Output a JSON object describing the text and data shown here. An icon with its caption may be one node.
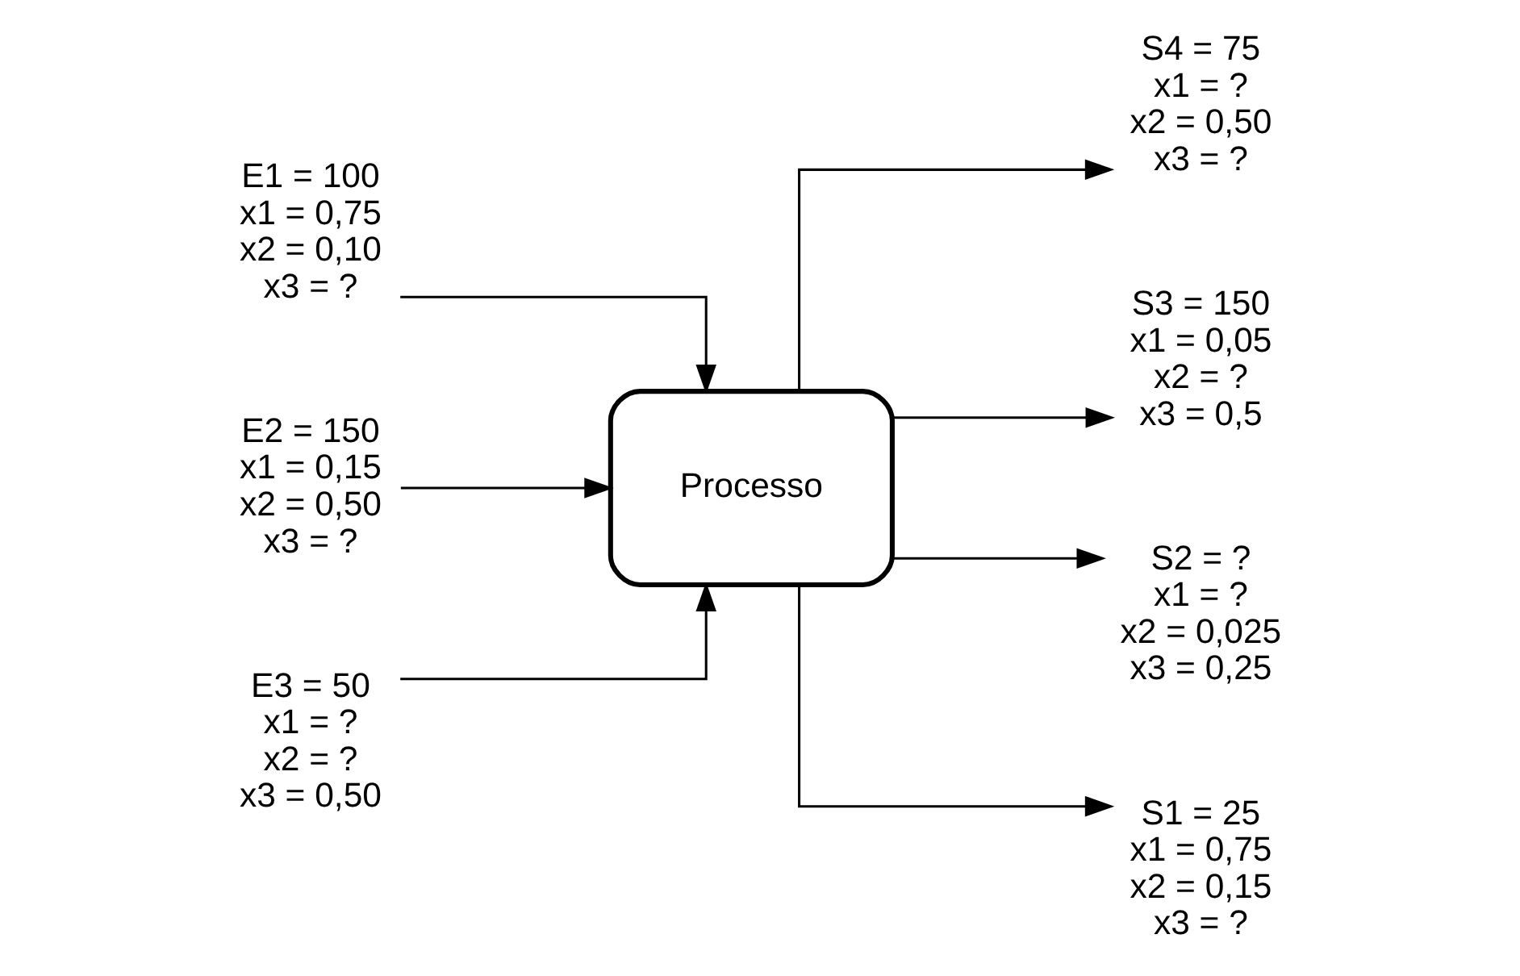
{
  "diagram": {
    "nodes": [
      {
        "text": [
          "E1 = 100",
          "x1 = 0,75",
          "x2 = 0,10",
          "x3 = ?"
        ]
      },
      {
        "text": [
          "S4 = 75",
          "x1 = ?",
          "x2 = 0,50",
          "x3 = ?"
        ]
      },
      {
        "text": [
          "S3 = 150",
          "x1 = 0,05",
          "x2 = ?",
          "x3 = 0,5"
        ]
      },
      {
        "text": [
          "E2 = 150",
          "x1 = 0,15",
          "x2 = 0,50",
          "x3 = ?"
        ]
      },
      {
        "text": [
          "Processo"
        ]
      },
      {
        "text": [
          "S2 = ?",
          "x1 = ?",
          "x2 = 0,025",
          "x3 = 0,25"
        ]
      },
      {
        "text": [
          "E3 = 50",
          "x1 = ?",
          "x2 = ?",
          "x3 = 0,50"
        ]
      },
      {
        "text": [
          "S1 = 25",
          "x1 = 0,75",
          "x2 = 0,15",
          "x3 = ?"
        ]
      }
    ],
    "edges": [
      {
        "from": 0,
        "to": 4,
        "arrow": "to"
      },
      {
        "from": 3,
        "to": 4,
        "arrow": "to"
      },
      {
        "from": 6,
        "to": 4,
        "arrow": "to"
      },
      {
        "from": 4,
        "to": 1,
        "arrow": "to"
      },
      {
        "from": 4,
        "to": 2,
        "arrow": "to"
      },
      {
        "from": 4,
        "to": 5,
        "arrow": "to"
      },
      {
        "from": 4,
        "to": 7,
        "arrow": "to"
      }
    ]
  }
}
